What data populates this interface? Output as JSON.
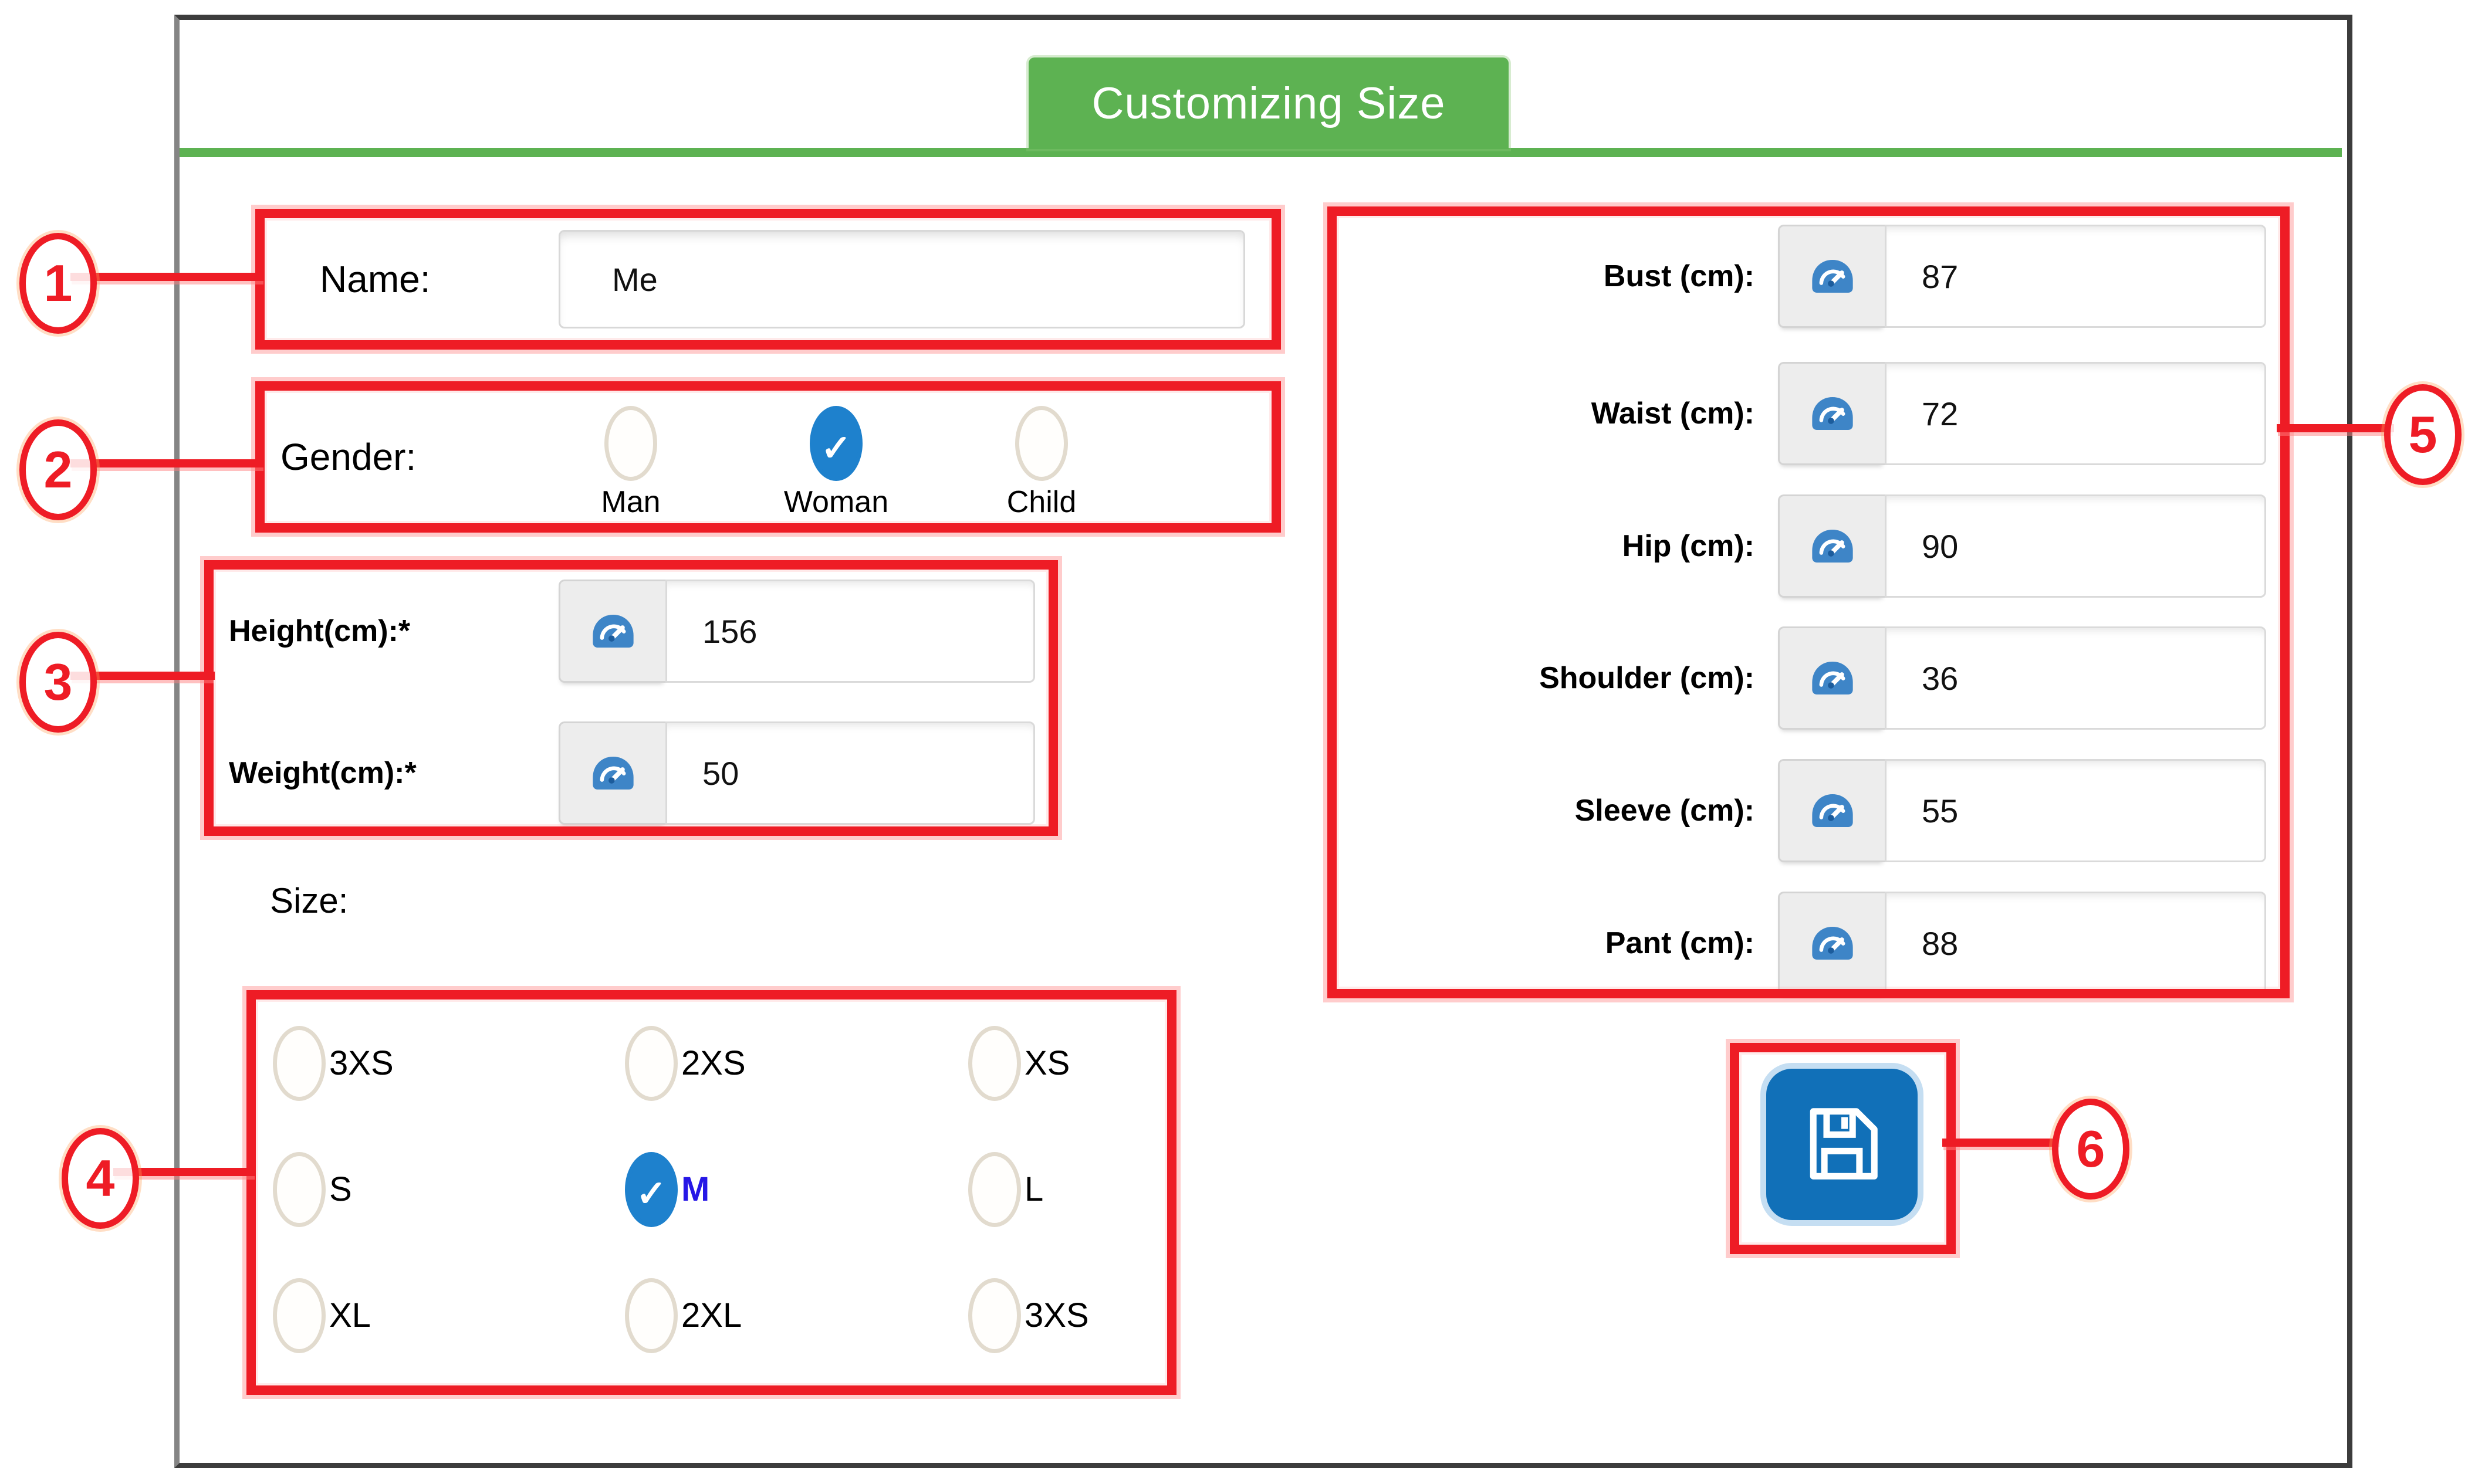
{
  "window": {
    "title_tab": "Customizing Size"
  },
  "colors": {
    "tab_green": "#5db252",
    "annotation_red": "#ee1c25",
    "radio_selected_blue": "#1e81cd",
    "save_button_blue": "#1170b8",
    "selected_size_label_blue": "#2617e6",
    "gauge_icon_blue": "#3e85c7"
  },
  "icons": {
    "measure": "gauge-icon",
    "save": "floppy-disk-icon",
    "radio_selected": "check-icon"
  },
  "annotations": [
    {
      "number": "1"
    },
    {
      "number": "2"
    },
    {
      "number": "3"
    },
    {
      "number": "4"
    },
    {
      "number": "5"
    },
    {
      "number": "6"
    }
  ],
  "form": {
    "name": {
      "label": "Name:",
      "value": "Me"
    },
    "gender": {
      "label": "Gender:",
      "options": [
        {
          "label": "Man",
          "selected": false
        },
        {
          "label": "Woman",
          "selected": true
        },
        {
          "label": "Child",
          "selected": false
        }
      ]
    },
    "body_fields": [
      {
        "label": "Height(cm):*",
        "value": "156"
      },
      {
        "label": "Weight(cm):*",
        "value": "50"
      }
    ],
    "size": {
      "label": "Size:",
      "options": [
        {
          "label": "3XS",
          "selected": false
        },
        {
          "label": "2XS",
          "selected": false
        },
        {
          "label": "XS",
          "selected": false
        },
        {
          "label": "S",
          "selected": false
        },
        {
          "label": "M",
          "selected": true
        },
        {
          "label": "L",
          "selected": false
        },
        {
          "label": "XL",
          "selected": false
        },
        {
          "label": "2XL",
          "selected": false
        },
        {
          "label": "3XS",
          "selected": false
        }
      ]
    },
    "measurements": [
      {
        "label": "Bust (cm):",
        "value": "87"
      },
      {
        "label": "Waist (cm):",
        "value": "72"
      },
      {
        "label": "Hip (cm):",
        "value": "90"
      },
      {
        "label": "Shoulder (cm):",
        "value": "36"
      },
      {
        "label": "Sleeve (cm):",
        "value": "55"
      },
      {
        "label": "Pant (cm):",
        "value": "88"
      }
    ]
  }
}
